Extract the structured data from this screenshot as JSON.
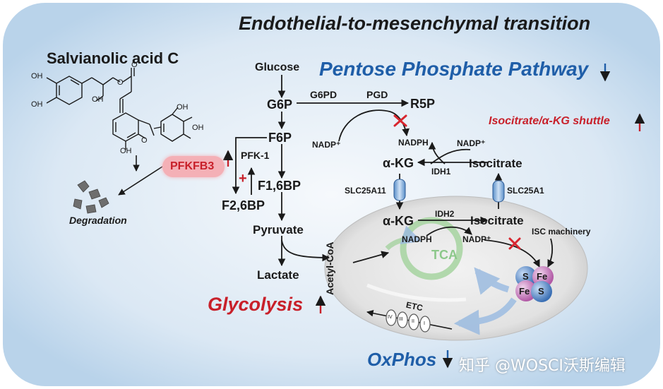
{
  "title": "Endothelial-to-mesenchymal transition",
  "compound": {
    "name": "Salvianolic acid C",
    "structure_labels": {
      "oh": "OH",
      "o": "O"
    }
  },
  "pfkfb3": {
    "label": "PFKFB3",
    "arrow": "↑"
  },
  "degradation": "Degradation",
  "glycolysis": {
    "label": "Glycolysis",
    "arrow": "↑",
    "glucose": "Glucose",
    "g6p": "G6P",
    "f6p": "F6P",
    "pfk1": "PFK-1",
    "f16bp": "F1,6BP",
    "f26bp": "F2,6BP",
    "plus": "+",
    "pyruvate": "Pyruvate",
    "lactate": "Lactate"
  },
  "ppp": {
    "label": "Pentose Phosphate Pathway",
    "arrow": "↓",
    "g6pd": "G6PD",
    "pgd": "PGD",
    "r5p": "R5P",
    "nadp_plus": "NADP⁺",
    "nadph": "NADPH"
  },
  "shuttle": {
    "label": "Isocitrate/α-KG shuttle",
    "arrow": "↑"
  },
  "cytosol": {
    "akg": "α-KG",
    "isocitrate": "Isocitrate",
    "idh1": "IDH1",
    "nadph": "NADPH",
    "nadp_plus": "NADP⁺",
    "slc25a11": "SLC25A11",
    "slc25a1": "SLC25A1"
  },
  "mito": {
    "acetyl_coa": "Acetyl-CoA",
    "akg": "α-KG",
    "isocitrate": "Isocitrate",
    "idh2": "IDH2",
    "nadph": "NADPH",
    "nadp_plus": "NADP⁺",
    "tca": "TCA",
    "isc": "ISC machinery",
    "s": "S",
    "fe": "Fe",
    "etc": "ETC",
    "complexes": [
      "IV",
      "III",
      "II",
      "I"
    ]
  },
  "oxphos": {
    "label": "OxPhos",
    "arrow": "↓"
  },
  "watermark": "知乎 @WOSCI沃斯编辑",
  "colors": {
    "background_blue": "#cfe1f1",
    "red": "#c8202a",
    "blue": "#1f5ea8",
    "pfkfb3_pill": "#f4b0b6",
    "tca_green": "#8cc88a",
    "mito_gray": "#e8e8e8"
  }
}
